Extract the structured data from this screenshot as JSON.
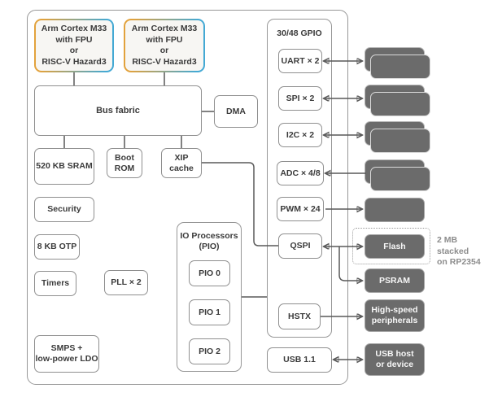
{
  "colors": {
    "cpu_gradient_left": "#E2A23C",
    "cpu_gradient_right": "#44A9D4",
    "peripheral_grey": "#6B6B6B",
    "wire_grey": "#595959",
    "border_grey": "#8F8F8F",
    "note_grey": "#8C8C8C"
  },
  "cpu": {
    "label": "Arm Cortex M33\nwith FPU\nor\nRISC-V Hazard3"
  },
  "core": {
    "bus": "Bus fabric",
    "dma": "DMA",
    "sram": "520 KB SRAM",
    "boot_rom": "Boot\nROM",
    "xip_cache": "XIP\ncache",
    "security": "Security",
    "otp": "8 KB OTP",
    "timers": "Timers",
    "pll": "PLL × 2",
    "smps": "SMPS +\nlow-power LDO"
  },
  "pio": {
    "header": "IO Processors\n(PIO)",
    "items": [
      "PIO 0",
      "PIO 1",
      "PIO 2"
    ]
  },
  "gpio": {
    "header": "30/48 GPIO",
    "uart": "UART × 2",
    "spi": "SPI × 2",
    "i2c": "I2C × 2",
    "adc": "ADC × 4/8",
    "pwm": "PWM × 24",
    "qspi": "QSPI",
    "hstx": "HSTX"
  },
  "usb": {
    "label": "USB 1.1"
  },
  "external": {
    "flash": "Flash",
    "psram": "PSRAM",
    "high_speed": "High-speed\nperipherals",
    "usb_host": "USB host\nor device",
    "flash_note": "2 MB stacked\non RP2354"
  }
}
